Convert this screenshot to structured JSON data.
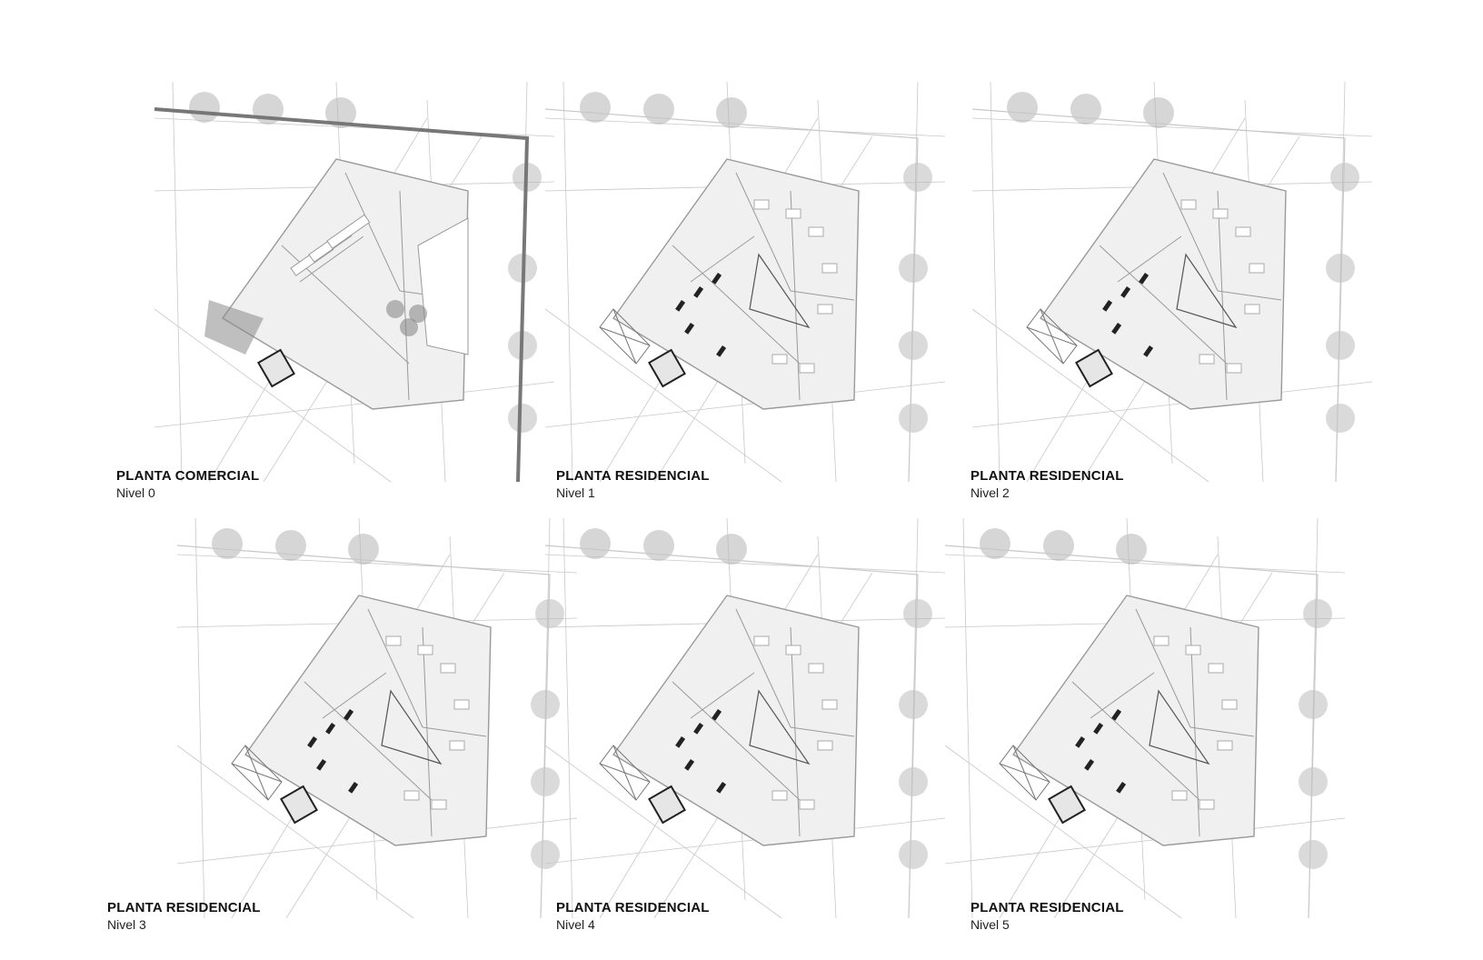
{
  "plans": [
    {
      "id": "level-0",
      "title": "PLANTA COMERCIAL",
      "level": "Nivel 0",
      "kind": "commercial"
    },
    {
      "id": "level-1",
      "title": "PLANTA RESIDENCIAL",
      "level": "Nivel 1",
      "kind": "residential"
    },
    {
      "id": "level-2",
      "title": "PLANTA RESIDENCIAL",
      "level": "Nivel 2",
      "kind": "residential"
    },
    {
      "id": "level-3",
      "title": "PLANTA RESIDENCIAL",
      "level": "Nivel 3",
      "kind": "residential"
    },
    {
      "id": "level-4",
      "title": "PLANTA RESIDENCIAL",
      "level": "Nivel 4",
      "kind": "residential"
    },
    {
      "id": "level-5",
      "title": "PLANTA RESIDENCIAL",
      "level": "Nivel 5",
      "kind": "residential"
    }
  ],
  "colors": {
    "line": "#c8c8c8",
    "wall": "#9a9a9a",
    "tree": "#b5b5b5",
    "hatch": "#8a8a8a",
    "dark": "#222222"
  }
}
